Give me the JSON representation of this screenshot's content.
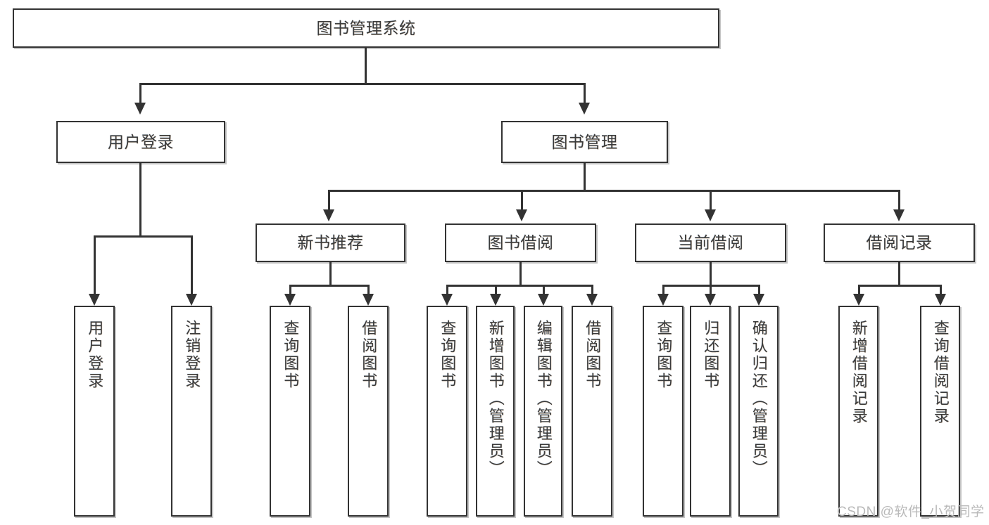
{
  "diagram": {
    "title": "图书管理系统",
    "type": "tree-hierarchy-diagram",
    "watermark": "CSDN @软件_小贺同学",
    "colors": {
      "box_border": "#333333",
      "box_fill": "#ffffff",
      "text": "#3b3b3b",
      "connector": "#333333",
      "watermark": "#b9b9b9",
      "background": "#ffffff"
    },
    "levels": {
      "root": {
        "label": "图书管理系统"
      },
      "level2": [
        {
          "id": "user-login",
          "label": "用户登录"
        },
        {
          "id": "book-management",
          "label": "图书管理"
        }
      ],
      "level3": [
        {
          "id": "new-book-recommend",
          "label": "新书推荐",
          "parent": "book-management"
        },
        {
          "id": "book-borrow",
          "label": "图书借阅",
          "parent": "book-management"
        },
        {
          "id": "current-borrow",
          "label": "当前借阅",
          "parent": "book-management"
        },
        {
          "id": "borrow-record",
          "label": "借阅记录",
          "parent": "book-management"
        }
      ],
      "leaves": {
        "user-login": [
          {
            "id": "leaf-user-login",
            "label": "用户登录"
          },
          {
            "id": "leaf-user-logout",
            "label": "注销登录"
          }
        ],
        "new-book-recommend": [
          {
            "id": "leaf-query-book-1",
            "label": "查询图书"
          },
          {
            "id": "leaf-borrow-book-1",
            "label": "借阅图书"
          }
        ],
        "book-borrow": [
          {
            "id": "leaf-query-book-2",
            "label": "查询图书"
          },
          {
            "id": "leaf-add-book",
            "label": "新增图书（管理员）"
          },
          {
            "id": "leaf-edit-book",
            "label": "编辑图书（管理员）"
          },
          {
            "id": "leaf-borrow-book-2",
            "label": "借阅图书"
          }
        ],
        "current-borrow": [
          {
            "id": "leaf-query-book-3",
            "label": "查询图书"
          },
          {
            "id": "leaf-return-book",
            "label": "归还图书"
          },
          {
            "id": "leaf-confirm-return",
            "label": "确认归还（管理员）"
          }
        ],
        "borrow-record": [
          {
            "id": "leaf-add-record",
            "label": "新增借阅记录"
          },
          {
            "id": "leaf-query-record",
            "label": "查询借阅记录"
          }
        ]
      }
    }
  }
}
